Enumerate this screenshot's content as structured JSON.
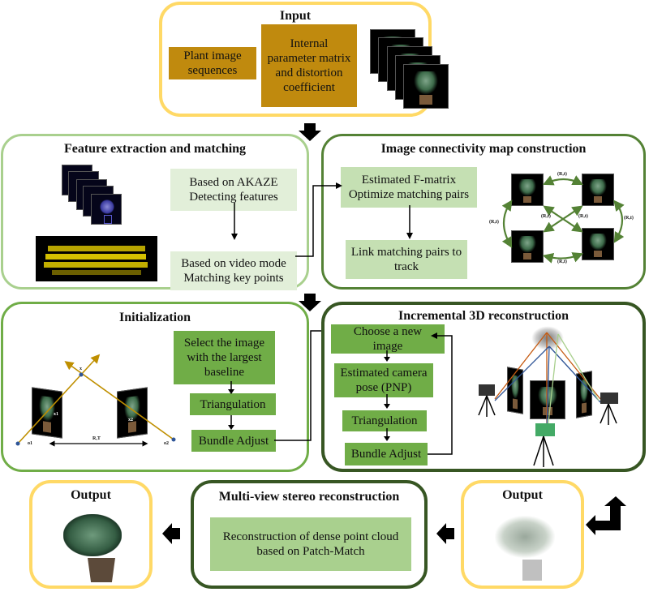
{
  "input": {
    "title": "Input",
    "box1": "Plant image sequences",
    "box2": "Internal parameter matrix and distortion coefficient"
  },
  "feature": {
    "title": "Feature extraction and matching",
    "step1": "Based on AKAZE Detecting features",
    "step2": "Based on video mode Matching key points"
  },
  "connectivity": {
    "title": "Image connectivity map construction",
    "step1": "Estimated F-matrix Optimize matching pairs",
    "step2": "Link matching pairs to track",
    "edge_label": "(R,t)"
  },
  "init": {
    "title": "Initialization",
    "step1": "Select the image with the largest baseline",
    "step2": "Triangulation",
    "step3": "Bundle Adjust",
    "labels": {
      "x": "x",
      "x1": "x1",
      "x2": "x2",
      "o1": "o1",
      "o2": "o2",
      "baseline": "R,T"
    }
  },
  "incremental": {
    "title": "Incremental 3D reconstruction",
    "step1": "Choose a new image",
    "step2": "Estimated camera pose (PNP)",
    "step3": "Triangulation",
    "step4": "Bundle Adjust"
  },
  "mvs": {
    "title": "Multi-view stereo reconstruction",
    "step1": "Reconstruction of dense point cloud based on Patch-Match"
  },
  "output_sparse": {
    "title": "Output"
  },
  "output_final": {
    "title": "Output"
  },
  "colors": {
    "input_border": "#ffd966",
    "gold_box": "#c08a0e",
    "light_green_border": "#a9d08e",
    "green": "#70ad47",
    "dark_green_border": "#548235",
    "darkest_green_border": "#375623",
    "arrow": "#000000",
    "ray": "#bf8f00"
  }
}
